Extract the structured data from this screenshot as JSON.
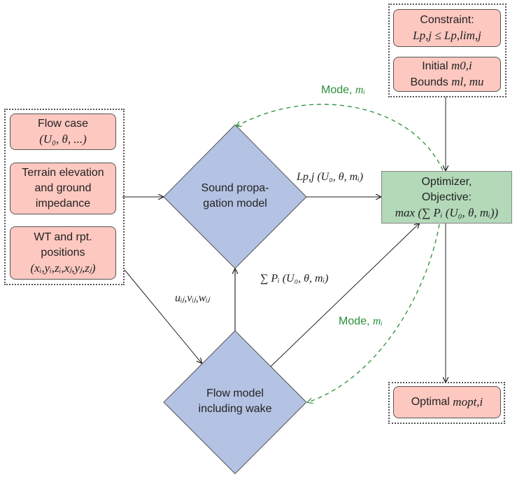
{
  "inputs": {
    "flow_case": {
      "line1": "Flow case",
      "line2": "(U₀, θ, ...)"
    },
    "terrain": {
      "line1": "Terrain elevation",
      "line2": "and ground",
      "line3": "impedance"
    },
    "positions": {
      "line1": "WT and rpt.",
      "line2": "positions",
      "line3": "(xᵢ,yᵢ,zᵢ,xⱼ,yⱼ,zⱼ)"
    }
  },
  "constraints": {
    "constraint": {
      "line1": "Constraint:",
      "line2": "Lp,j ≤ Lp,lim,j"
    },
    "initial_bounds": {
      "line1_text": "Initial ",
      "line1_math": "m0,i",
      "line2_text": "Bounds ",
      "line2_math": "ml, mu"
    }
  },
  "models": {
    "sound": {
      "line1": "Sound propa-",
      "line2": "gation model"
    },
    "flow": {
      "line1": "Flow model",
      "line2": "including wake"
    }
  },
  "optimizer": {
    "line1": "Optimizer,",
    "line2": "Objective:",
    "line3": "max (∑ Pᵢ (U₀, θ, mᵢ))"
  },
  "output": {
    "text": "Optimal ",
    "math": "mopt,i"
  },
  "edges": {
    "sound_to_opt": "Lp,j (U₀, θ, mᵢ)",
    "flow_to_opt": "∑ Pᵢ (U₀, θ, mᵢ)",
    "flow_to_sound": "uᵢⱼ,vᵢⱼ,wᵢⱼ",
    "mode_top": {
      "text": "Mode, ",
      "math": "mᵢ"
    },
    "mode_bottom": {
      "text": "Mode, ",
      "math": "mᵢ"
    }
  },
  "colors": {
    "input_box": "#fdc8c0",
    "model_diamond": "#b4c2e3",
    "optimizer_box": "#b3d9b9",
    "mode_arrow": "#2a8f3a"
  }
}
